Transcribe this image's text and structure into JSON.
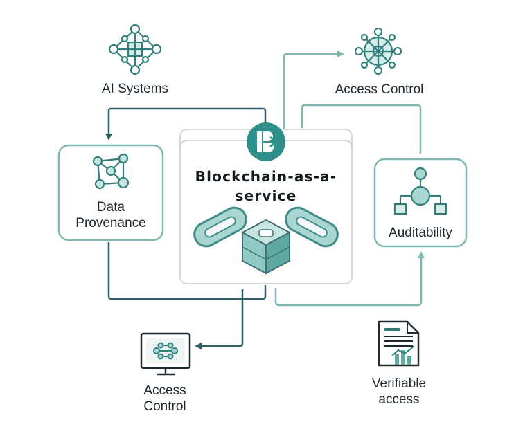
{
  "center": {
    "title_line1": "Blockchain-as-a-",
    "title_line2": "service",
    "logo_letter": "B"
  },
  "nodes": {
    "ai_systems": {
      "label": "AI Systems",
      "icon": "network-diamond-icon"
    },
    "access_control_top": {
      "label": "Access Control",
      "icon": "hub-wheel-icon"
    },
    "data_provenance": {
      "label_line1": "Data",
      "label_line2": "Provenance",
      "icon": "graph-nodes-icon"
    },
    "auditability": {
      "label": "Auditability",
      "icon": "hierarchy-tree-icon"
    },
    "access_control_bottom": {
      "label_line1": "Access",
      "label_line2": "Control",
      "icon": "monitor-icon"
    },
    "verifiable_access": {
      "label_line1": "Verifiable",
      "label_line2": "access",
      "icon": "document-chart-icon"
    }
  },
  "colors": {
    "accent_teal": "#2f8f8a",
    "light_teal": "#7fb7b3",
    "dark_teal": "#2f5f63",
    "fill_teal": "#a9d6d1",
    "border_gray": "#d3d8d9"
  }
}
